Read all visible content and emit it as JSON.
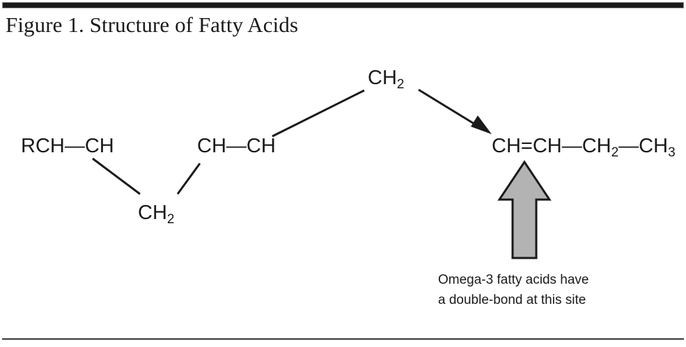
{
  "figure": {
    "title": "Figure 1. Structure of Fatty Acids",
    "top_rule_color": "#1a1a1a",
    "bottom_rule_color": "#1a1a1a"
  },
  "structure": {
    "labels": {
      "left_chain": "RCH—CH",
      "lower_ch2_main": "CH",
      "lower_ch2_sub": "2",
      "middle_chain": "CH—CH",
      "top_ch2_main": "CH",
      "top_ch2_sub": "2",
      "right_chain_part1": "CH=CH—CH",
      "right_chain_sub1": "2",
      "right_chain_part2": "—CH",
      "right_chain_sub2": "3"
    },
    "bond_color": "#1a1a1a",
    "callout_arrow_fill": "#b3b3b3",
    "callout_arrow_stroke": "#1a1a1a"
  },
  "caption": {
    "line1": "Omega-3 fatty acids have",
    "line2": "a double-bond at this site"
  }
}
